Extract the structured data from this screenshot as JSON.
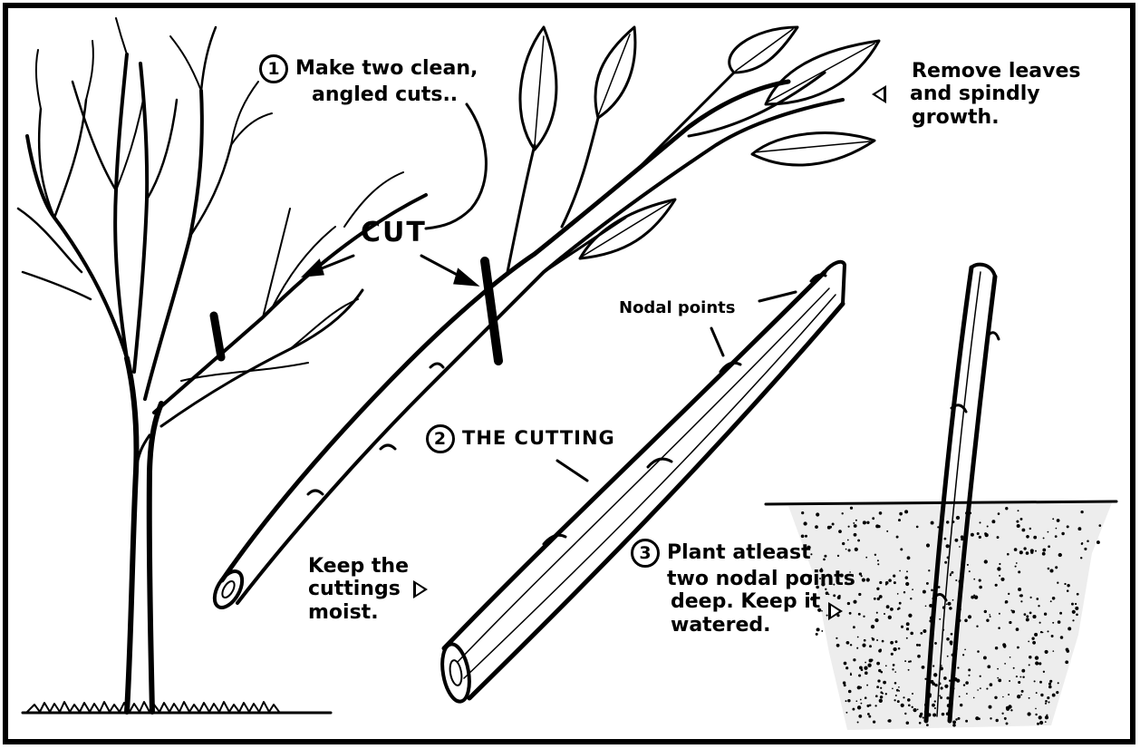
{
  "steps": {
    "step1": {
      "number": "1",
      "line1": "Make two clean,",
      "line2": "angled cuts.."
    },
    "cut_label": "CUT",
    "remove": {
      "line1": "Remove leaves",
      "line2": "and spindly",
      "line3": "growth."
    },
    "nodal_points": "Nodal points",
    "step2": {
      "number": "2",
      "label": "THE CUTTING"
    },
    "keep": {
      "line1": "Keep the",
      "line2": "cuttings",
      "line3": "moist."
    },
    "step3": {
      "number": "3",
      "line1": "Plant atleast",
      "line2": "two nodal points",
      "line3": "deep. Keep it",
      "line4": "watered."
    }
  },
  "colors": {
    "ink": "#000000",
    "paper": "#ffffff"
  }
}
